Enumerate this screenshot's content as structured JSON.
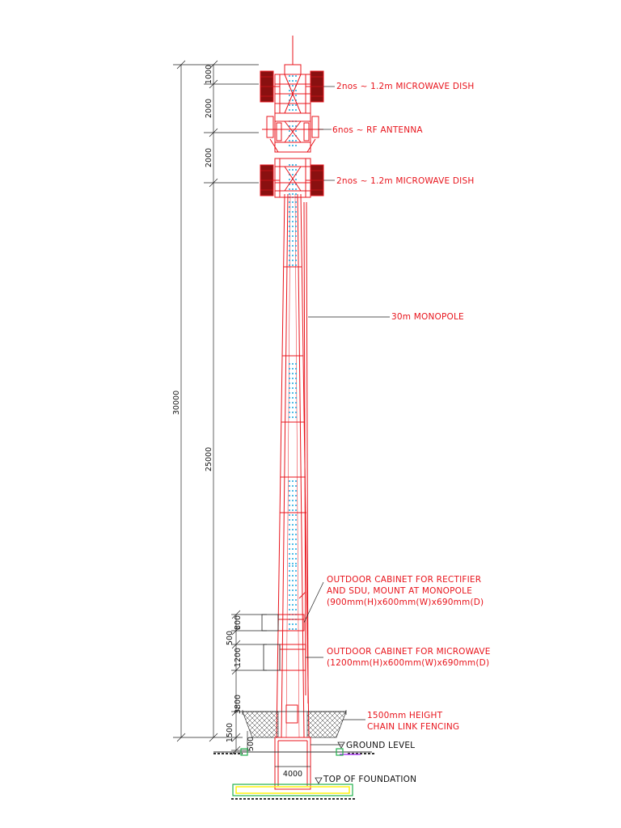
{
  "labels": {
    "microwave_dish_top": "2nos ~ 1.2m MICROWAVE DISH",
    "rf_antenna": "6nos ~ RF ANTENNA",
    "microwave_dish_bottom": "2nos ~ 1.2m MICROWAVE DISH",
    "monopole": "30m MONOPOLE",
    "cabinet_rectifier": [
      "OUTDOOR CABINET FOR RECTIFIER",
      "AND SDU, MOUNT AT MONOPOLE",
      "(900mm(H)x600mm(W)x690mm(D)"
    ],
    "cabinet_microwave": [
      "OUTDOOR CABINET FOR MICROWAVE",
      "(1200mm(H)x600mm(W)x690mm(D)"
    ],
    "fencing": [
      "1500mm HEIGHT",
      "CHAIN LINK FENCING"
    ],
    "ground_level": "GROUND LEVEL",
    "top_of_foundation": "TOP OF FOUNDATION"
  },
  "dimensions": {
    "d1000": "1000",
    "d2000_a": "2000",
    "d2000_b": "2000",
    "d25000": "25000",
    "d30000": "30000",
    "d800": "800",
    "d500": "500",
    "d1200": "1200",
    "d3800": "3800",
    "d1500": "1500",
    "d500_base": "500",
    "d4000": "4000"
  },
  "colors": {
    "structure": "#e8141c",
    "ladder": "#19a7e0",
    "dimension": "#222222",
    "fill_dark": "#8a1010",
    "foundation_outline": "#22b14c",
    "foundation_fill": "#fff200"
  }
}
